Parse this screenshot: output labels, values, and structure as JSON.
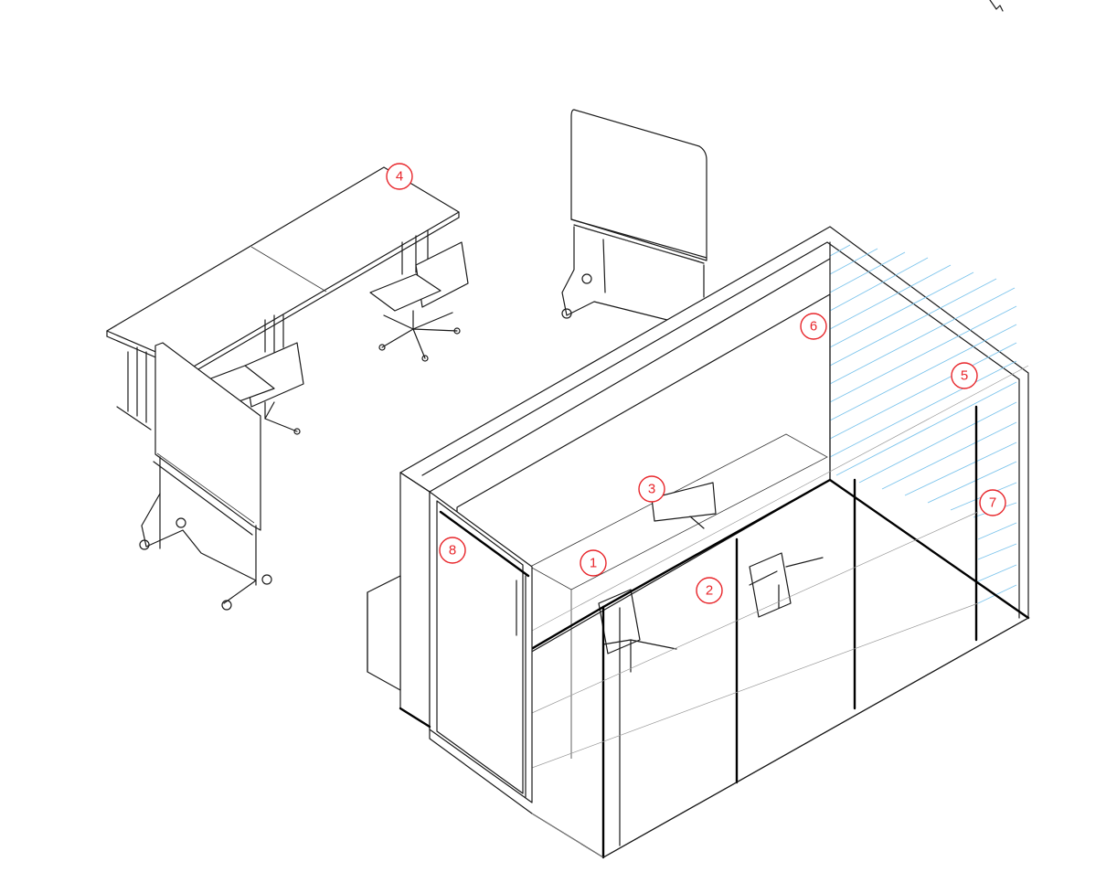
{
  "callouts": [
    {
      "label": "1"
    },
    {
      "label": "2"
    },
    {
      "label": "3"
    },
    {
      "label": "4"
    },
    {
      "label": "5"
    },
    {
      "label": "6"
    },
    {
      "label": "7"
    },
    {
      "label": "8"
    }
  ],
  "colors": {
    "callout": "#e8262b",
    "hatch": "#7cc4ec",
    "line": "#1a1a1a"
  }
}
